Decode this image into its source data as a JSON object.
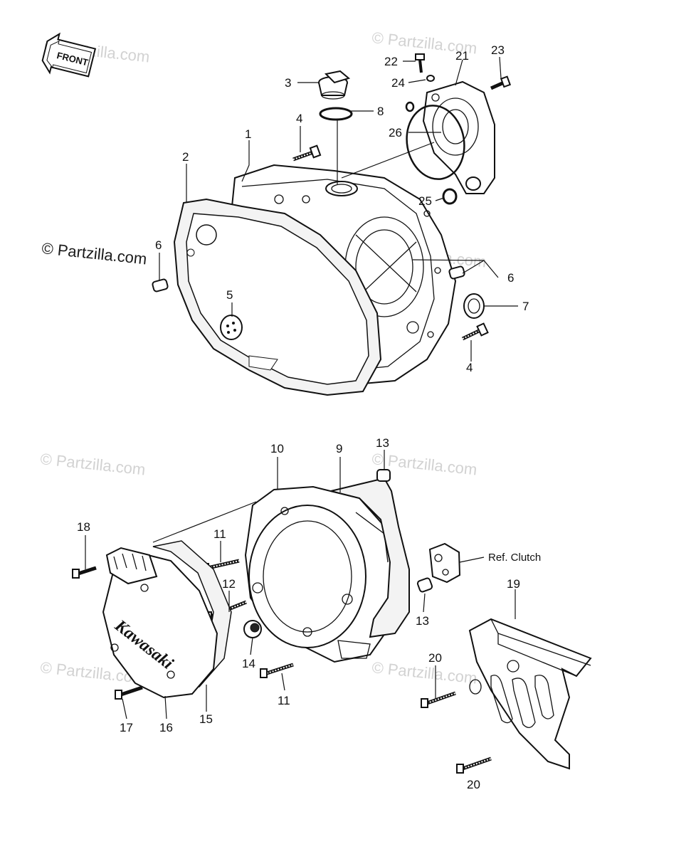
{
  "watermarks": {
    "light": "© Partzilla.com",
    "dark": "© Partzilla.com"
  },
  "front_badge": "FRONT",
  "cover_logo": "Kawasaki",
  "reference_label": "Ref. Clutch",
  "callouts": {
    "c1": "1",
    "c2": "2",
    "c3": "3",
    "c4a": "4",
    "c4b": "4",
    "c5": "5",
    "c6a": "6",
    "c6b": "6",
    "c7": "7",
    "c8": "8",
    "c9": "9",
    "c10": "10",
    "c11a": "11",
    "c11b": "11",
    "c12": "12",
    "c13a": "13",
    "c13b": "13",
    "c14": "14",
    "c15": "15",
    "c16": "16",
    "c17": "17",
    "c18": "18",
    "c19": "19",
    "c20a": "20",
    "c20b": "20",
    "c21": "21",
    "c22": "22",
    "c23": "23",
    "c24": "24",
    "c25": "25",
    "c26": "26"
  }
}
